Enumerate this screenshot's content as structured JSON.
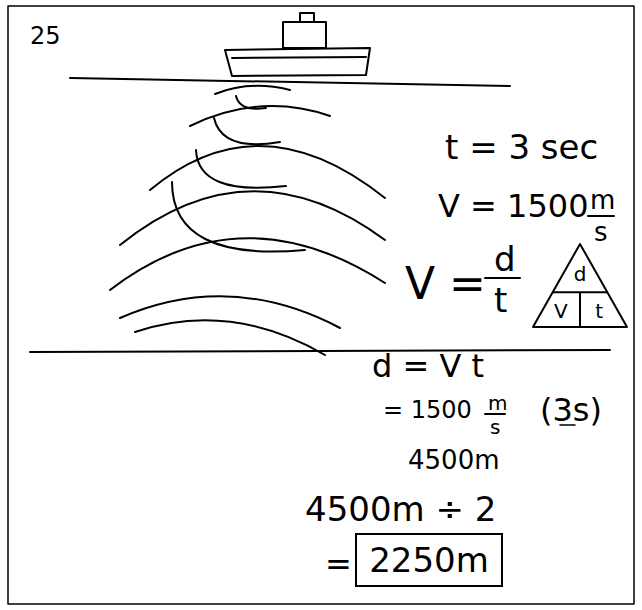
{
  "diagram": {
    "nodes": [
      {
        "text": [
          "d",
          "V",
          "t"
        ]
      },
      {
        "text": [
          "2250m"
        ]
      }
    ],
    "labels": [
      "25",
      "t = 3 sec",
      "V = 1500",
      "m",
      "s",
      "V =",
      "d",
      "t",
      "d = V t",
      "= 1500",
      "m",
      "s",
      "(3s)",
      "4500m",
      "4500m ÷ 2",
      "="
    ]
  }
}
